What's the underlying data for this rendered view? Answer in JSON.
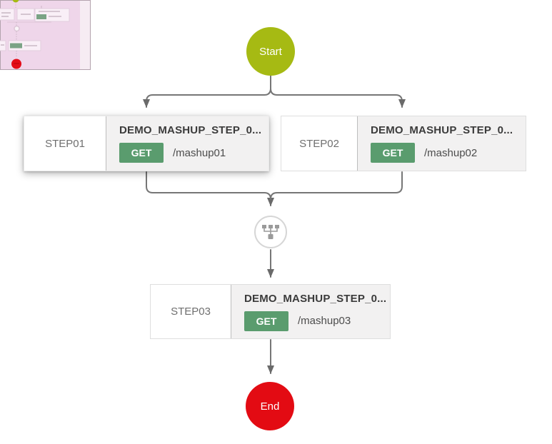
{
  "flow": {
    "start": {
      "label": "Start"
    },
    "end": {
      "label": "End"
    },
    "join": {
      "icon": "merge-icon"
    },
    "steps": [
      {
        "name": "STEP01",
        "title": "DEMO_MASHUP_STEP_0...",
        "method": "GET",
        "path": "/mashup01",
        "selected": true
      },
      {
        "name": "STEP02",
        "title": "DEMO_MASHUP_STEP_0...",
        "method": "GET",
        "path": "/mashup02",
        "selected": false
      },
      {
        "name": "STEP03",
        "title": "DEMO_MASHUP_STEP_0...",
        "method": "GET",
        "path": "/mashup03",
        "selected": false
      }
    ]
  },
  "colors": {
    "start_node": "#a6ba13",
    "end_node": "#e30b13",
    "method_badge": "#5a9c6e",
    "connector": "#767676",
    "step_body_bg": "#f2f1f1",
    "minimap_viewport": "#efd6ea",
    "minimap_margin": "#f6ecf3"
  }
}
